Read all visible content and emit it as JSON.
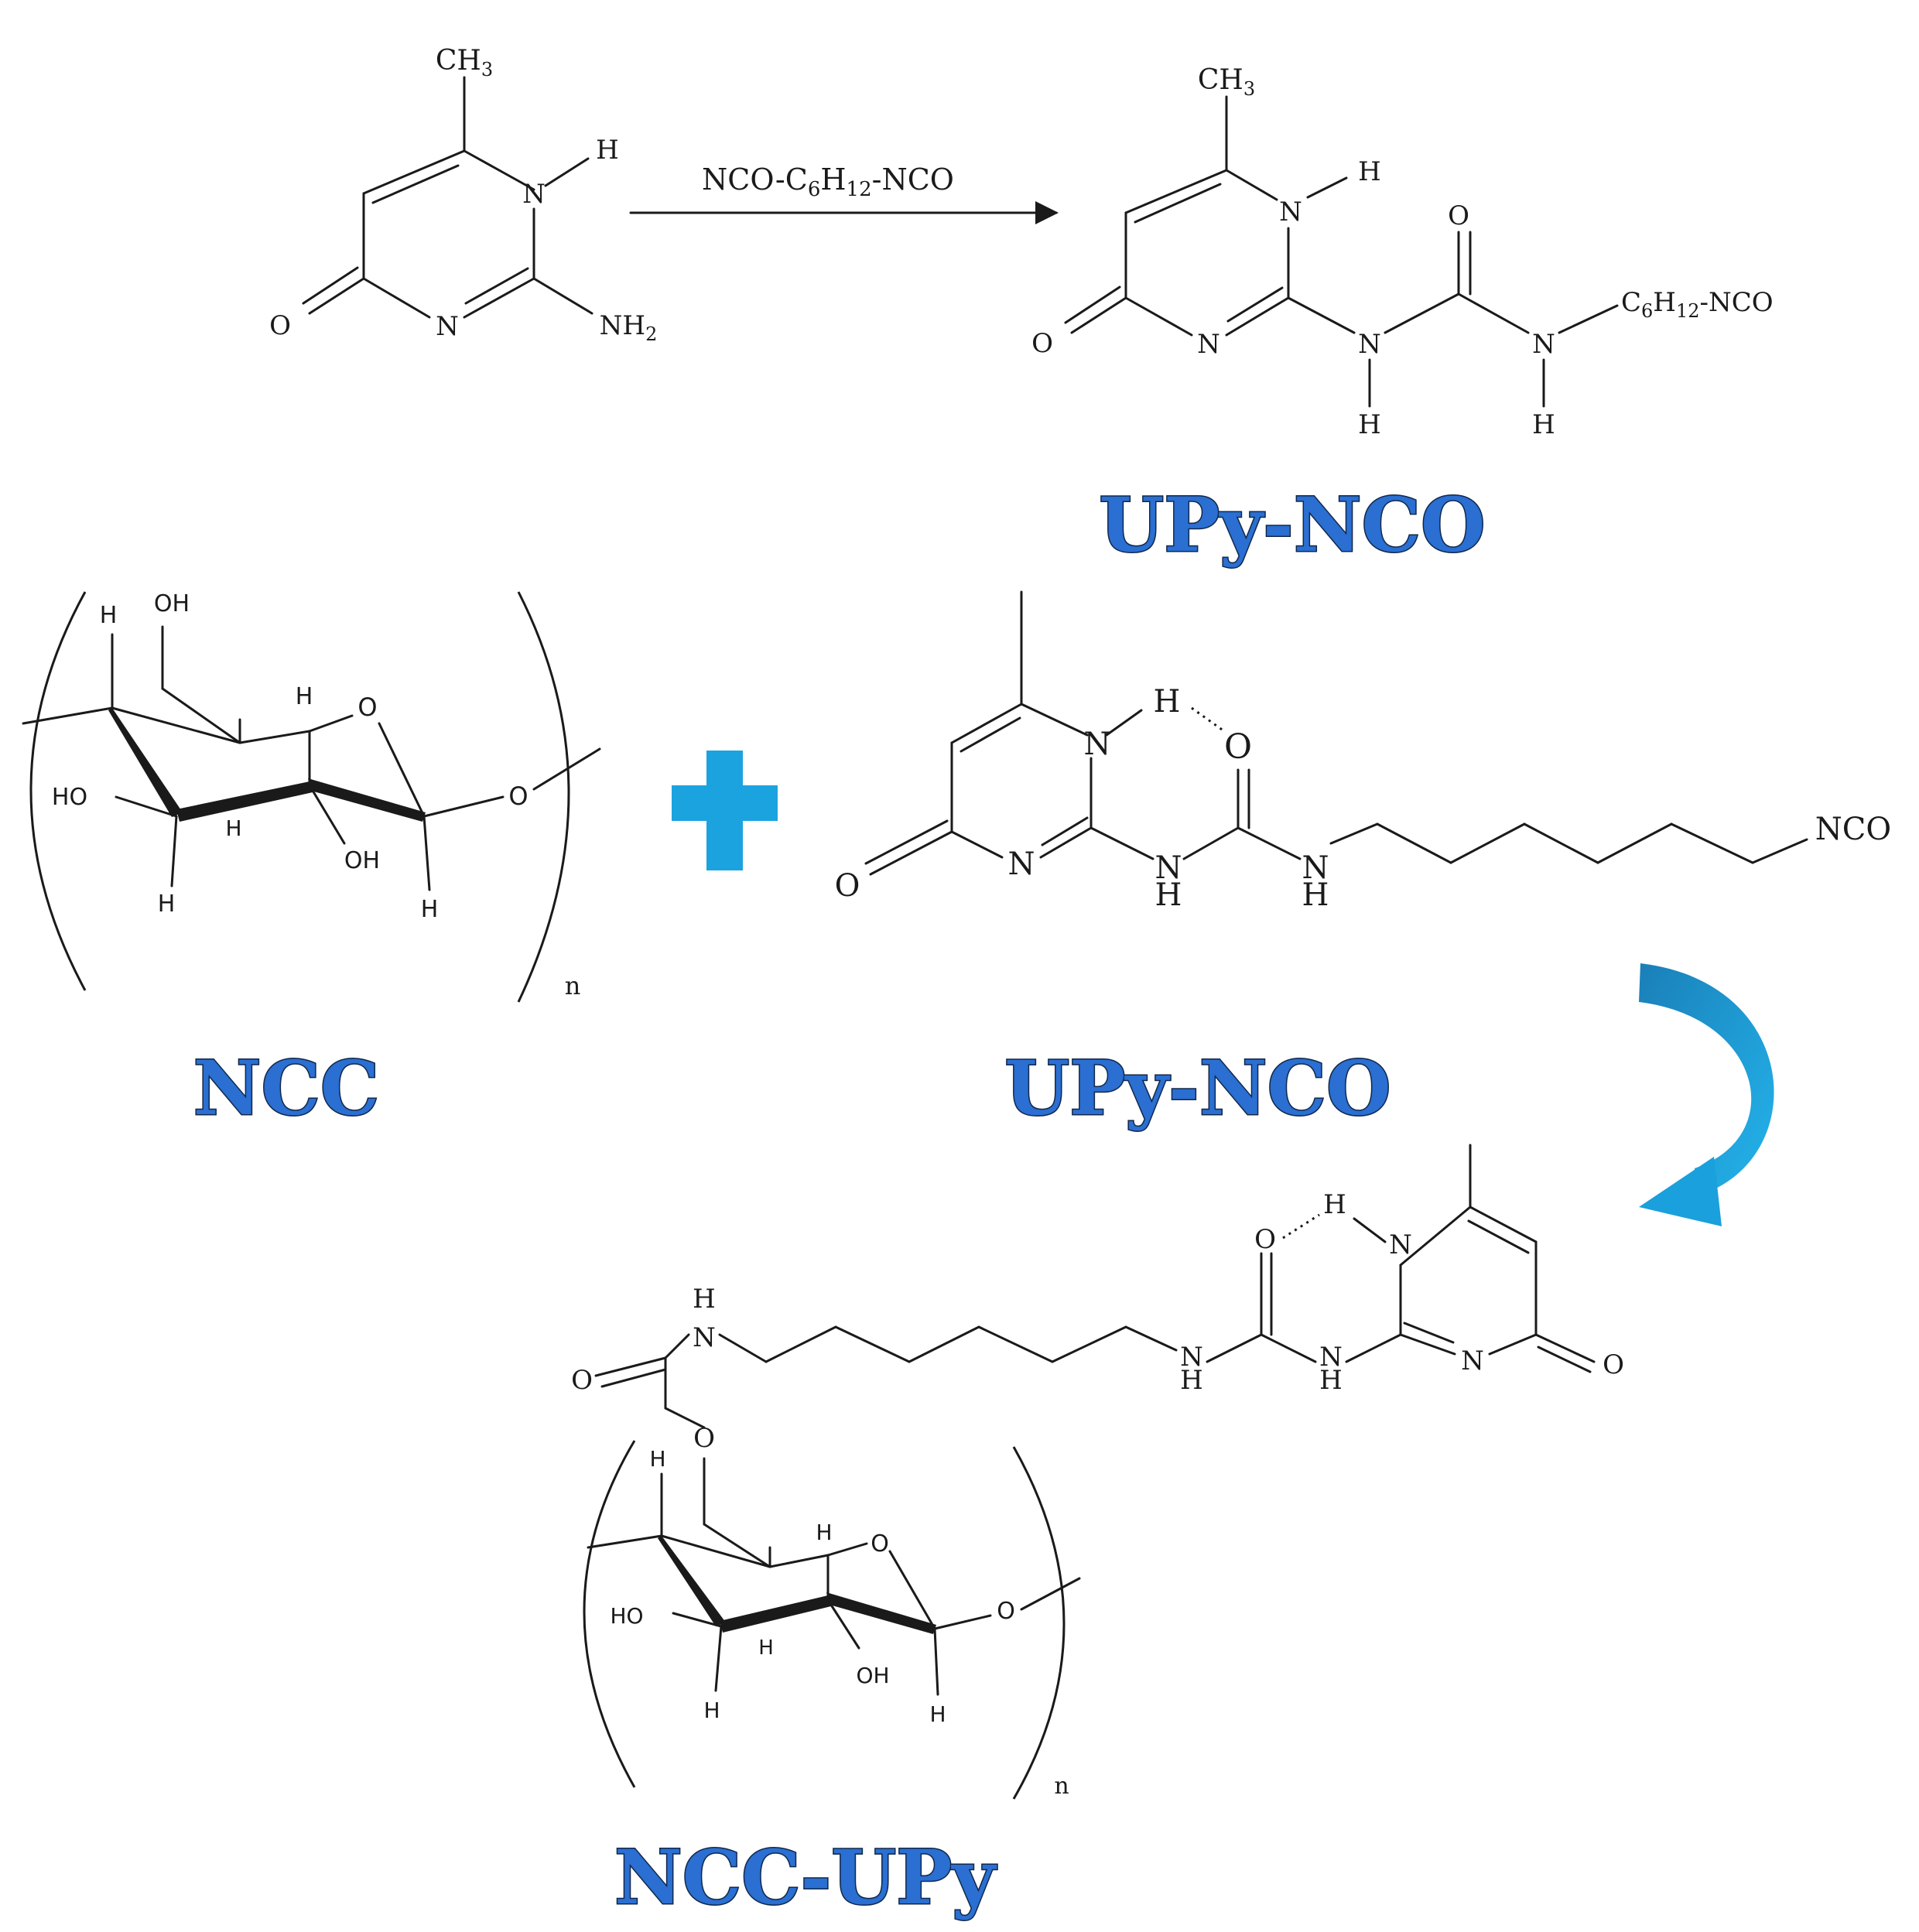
{
  "reagent": {
    "main": "NCO-C",
    "sub1": "6",
    "mid": "H",
    "sub2": "12",
    "tail": "-NCO"
  },
  "side_chain": {
    "c": "C",
    "sub1": "6",
    "h": "H",
    "sub2": "12",
    "tail": "-NCO"
  },
  "labels": {
    "upy_nco_top": "UPy-NCO",
    "ncc": "NCC",
    "upy_nco_mid": "UPy-NCO",
    "ncc_upy": "NCC-UPy"
  },
  "atoms": {
    "ch3": "CH",
    "ch3_sub": "3",
    "nh2": "NH",
    "nh2_sub": "2",
    "n": "N",
    "h": "H",
    "o": "O",
    "oh": "OH",
    "ho": "HO",
    "nco": "NCO",
    "n_sub": "n"
  },
  "colors": {
    "label_fill": "#2a6fd1",
    "label_outline": "#11274a",
    "plus": "#1ba3e0",
    "curved_arrow": "#1aa0dc"
  }
}
